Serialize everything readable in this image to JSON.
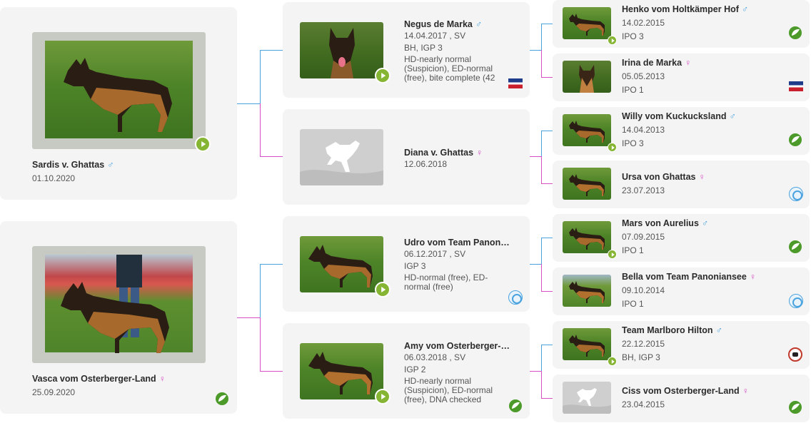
{
  "main_dogs": [
    {
      "name": "Sardis v. Ghattas",
      "sex": "♂",
      "sex_type": "m",
      "date": "01.10.2020"
    },
    {
      "name": "Vasca vom Osterberger-Land",
      "sex": "♀",
      "sex_type": "f",
      "date": "25.09.2020"
    }
  ],
  "parents": [
    {
      "name": "Negus de Marka",
      "sex": "♂",
      "line1": "14.04.2017 , SV",
      "line2": "BH, IGP 3",
      "details": "HD-nearly normal (Suspicion), ED-normal (free), bite complete (42"
    },
    {
      "name": "Diana v. Ghattas",
      "sex": "♀",
      "line1": "12.06.2018",
      "line2": "",
      "details": ""
    },
    {
      "name": "Udro vom Team Panoni…",
      "sex": "",
      "line1": "06.12.2017 , SV",
      "line2": "IGP 3",
      "details": "HD-normal (free), ED-normal (free)"
    },
    {
      "name": "Amy vom Osterberger-L…",
      "sex": "",
      "line1": "06.03.2018 , SV",
      "line2": "IGP 2",
      "details": "HD-nearly normal (Suspicion), ED-normal (free), DNA checked"
    }
  ],
  "grandparents": [
    {
      "name": "Henko vom Holtkämper Hof",
      "sex": "♂",
      "date": "14.02.2015",
      "title": "IPO 3"
    },
    {
      "name": "Irina de Marka",
      "sex": "♀",
      "date": "05.05.2013",
      "title": "IPO 1"
    },
    {
      "name": "Willy vom Kuckucksland",
      "sex": "♂",
      "date": "14.04.2013",
      "title": "IPO 3"
    },
    {
      "name": "Ursa von Ghattas",
      "sex": "♀",
      "date": "23.07.2013",
      "title": ""
    },
    {
      "name": "Mars von Aurelius",
      "sex": "♂",
      "date": "07.09.2015",
      "title": "IPO 1"
    },
    {
      "name": "Bella vom Team Panoniansee",
      "sex": "♀",
      "date": "09.10.2014",
      "title": "IPO 1"
    },
    {
      "name": "Team Marlboro Hilton",
      "sex": "♂",
      "date": "22.12.2015",
      "title": "BH, IGP 3"
    },
    {
      "name": "Ciss vom Osterberger-Land",
      "sex": "♀",
      "date": "23.04.2015",
      "title": ""
    }
  ],
  "colors": {
    "male": "#4aa3df",
    "female": "#d64fc4",
    "play": "#86b534"
  },
  "icons": [
    "play-icon",
    "kennel-leaf-icon",
    "flag-icon",
    "sv-club-icon",
    "kennel-dog-icon",
    "placeholder-dog-icon"
  ]
}
